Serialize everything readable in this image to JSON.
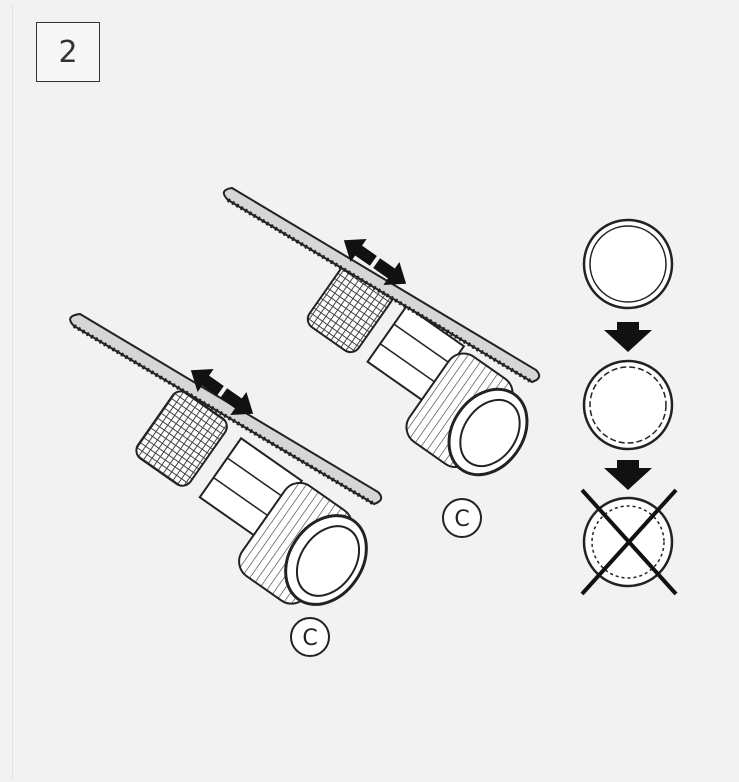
{
  "step": {
    "number": "2"
  },
  "labels": {
    "part_a": "C",
    "part_b": "C"
  },
  "colors": {
    "stroke": "#2a2a2a",
    "fill": "#ffffff",
    "background": "#f2f2f2"
  },
  "icons": [
    "saw-blade-icon",
    "double-arrow-icon",
    "pipe-fitting-icon",
    "arrow-down-icon",
    "cross-mark-icon"
  ]
}
